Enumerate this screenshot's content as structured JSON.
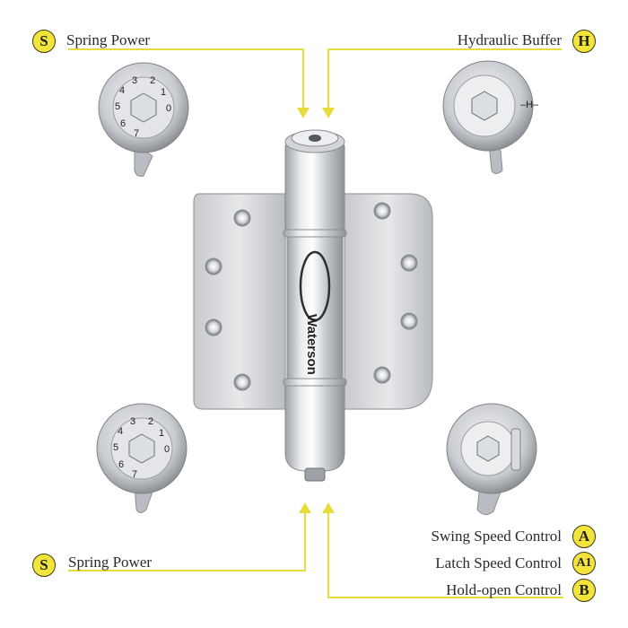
{
  "top_left": {
    "badge": "S",
    "label": "Spring Power"
  },
  "top_right": {
    "badge": "H",
    "label": "Hydraulic Buffer"
  },
  "bottom_left": {
    "badge": "S",
    "label": "Spring Power"
  },
  "bottom_right": [
    {
      "badge": "A",
      "label": "Swing Speed Control"
    },
    {
      "badge": "A1",
      "label": "Latch Speed Control"
    },
    {
      "badge": "B",
      "label": "Hold-open Control"
    }
  ],
  "brand": "Waterson",
  "dial_numbers": [
    "0",
    "1",
    "2",
    "3",
    "4",
    "5",
    "6",
    "7"
  ],
  "colors": {
    "accent_line": "#e6dc3c",
    "badge_fill": "#f2e43a",
    "steel": "#c9ccd0"
  }
}
